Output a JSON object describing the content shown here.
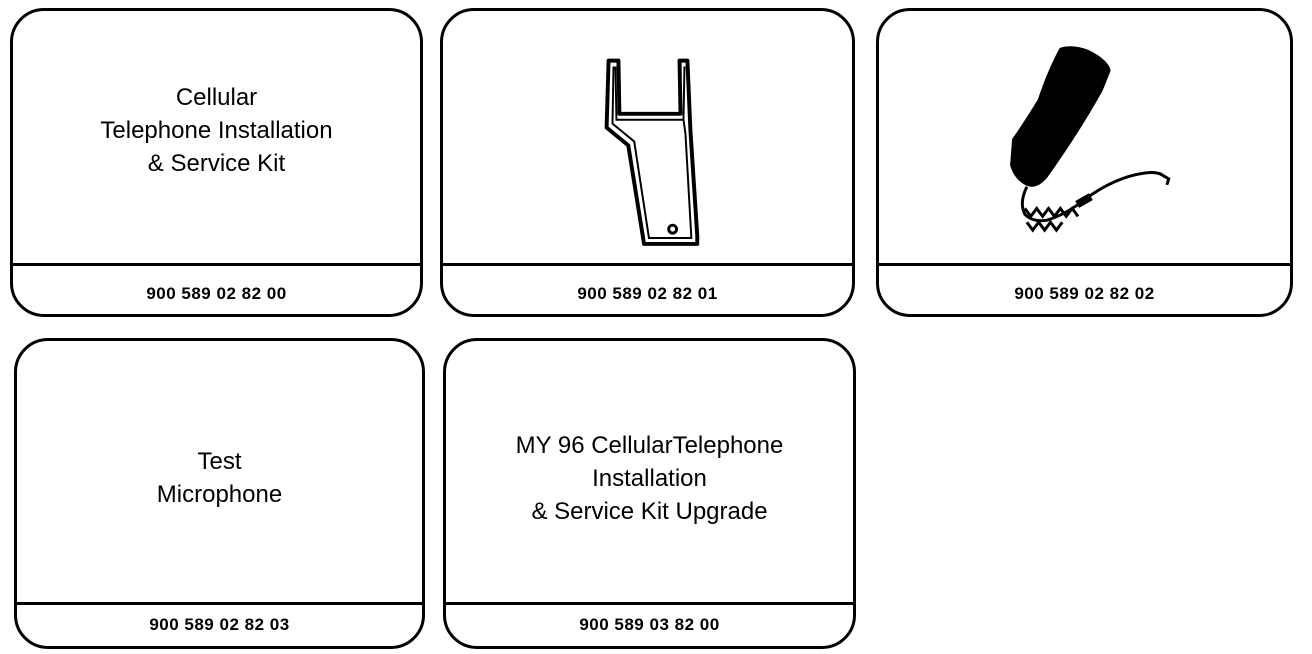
{
  "cards": [
    {
      "title_lines": [
        "Cellular",
        "Telephone Installation",
        "& Service Kit"
      ],
      "part_number": "900 589 02 82 00"
    },
    {
      "icon": "fork-tool-icon",
      "part_number": "900 589 02 82 01"
    },
    {
      "icon": "telephone-handset-icon",
      "part_number": "900 589 02 82 02"
    },
    {
      "title_lines": [
        "Test",
        "Microphone"
      ],
      "part_number": "900 589 02 82 03"
    },
    {
      "title_lines": [
        "MY 96 CellularTelephone",
        "Installation",
        "& Service Kit Upgrade"
      ],
      "part_number": "900 589 03 82 00"
    }
  ]
}
